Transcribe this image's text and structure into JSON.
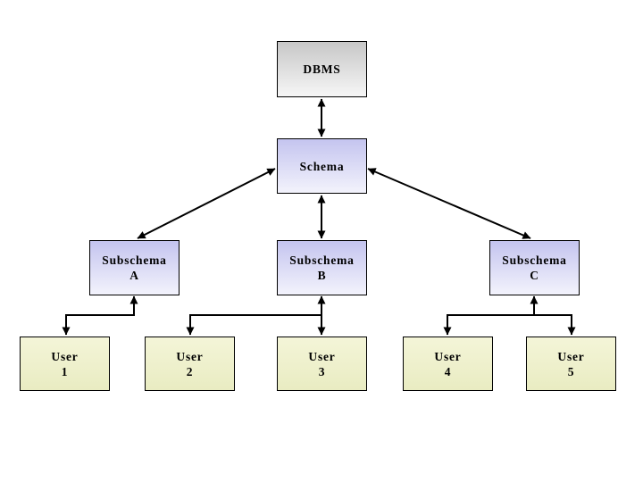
{
  "diagram": {
    "nodes": {
      "dbms": {
        "label": "DBMS"
      },
      "schema": {
        "label": "Schema"
      },
      "subschema_a": {
        "line1": "Subschema",
        "line2": "A"
      },
      "subschema_b": {
        "line1": "Subschema",
        "line2": "B"
      },
      "subschema_c": {
        "line1": "Subschema",
        "line2": "C"
      },
      "user_1": {
        "line1": "User",
        "line2": "1"
      },
      "user_2": {
        "line1": "User",
        "line2": "2"
      },
      "user_3": {
        "line1": "User",
        "line2": "3"
      },
      "user_4": {
        "line1": "User",
        "line2": "4"
      },
      "user_5": {
        "line1": "User",
        "line2": "5"
      }
    },
    "colors": {
      "background": "#ffffff",
      "dbms_top": "#c7c7c7",
      "dbms_bottom": "#f6f6f6",
      "schema_top": "#c4c4ef",
      "schema_bottom": "#f3f3fc",
      "user_top": "#f4f5d8",
      "user_bottom": "#e9ecc2",
      "box_border": "#000000",
      "connector": "#000000",
      "text": "#000000"
    }
  }
}
